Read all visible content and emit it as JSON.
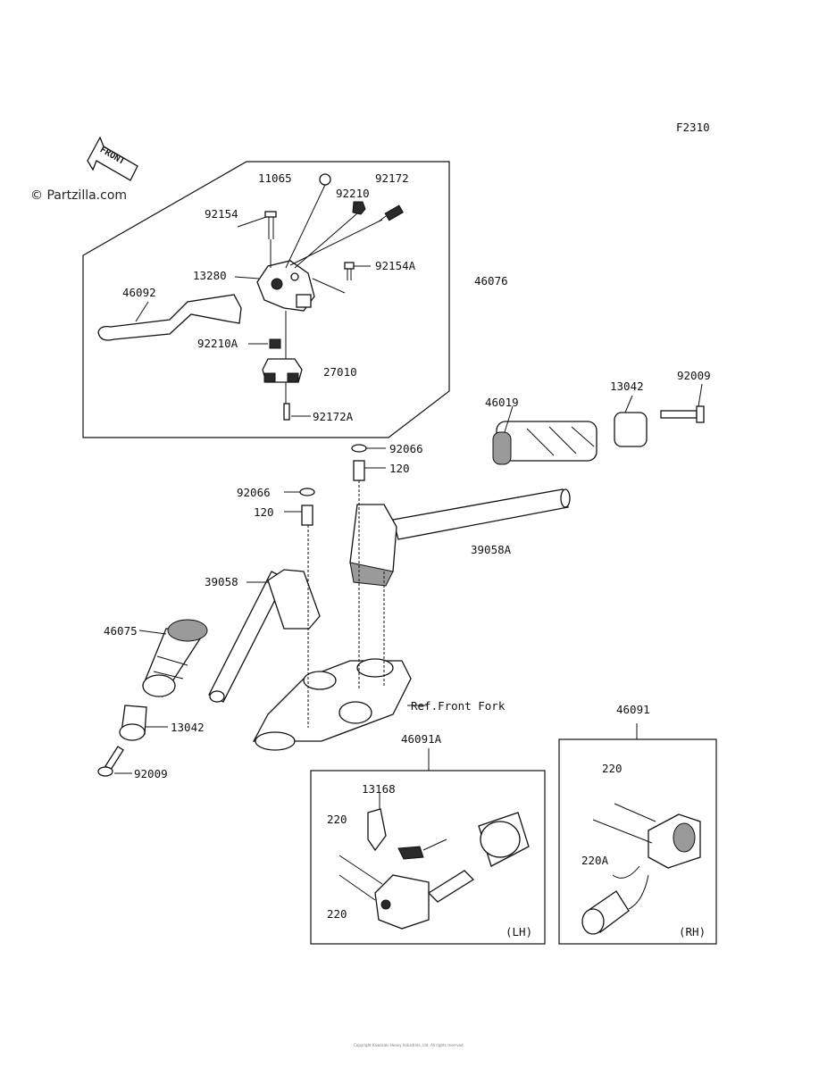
{
  "diagram_code": "F2310",
  "watermark": "© Partzilla.com",
  "front_arrow_label": "FRONT",
  "footer_text": "Copyright Kawasaki Heavy Industries, Ltd. All rights reserved.",
  "labels": {
    "l11065": "11065",
    "l92172": "92172",
    "l92210": "92210",
    "l92154": "92154",
    "l92154A": "92154A",
    "l13280": "13280",
    "l46076": "46076",
    "l46092": "46092",
    "l92210A": "92210A",
    "l27010": "27010",
    "l92172A": "92172A",
    "l46019": "46019",
    "l13042a": "13042",
    "l92009a": "92009",
    "l92066a": "92066",
    "l120a": "120",
    "l92066b": "92066",
    "l120b": "120",
    "l39058A": "39058A",
    "l39058": "39058",
    "l46075": "46075",
    "l13042b": "13042",
    "l92009b": "92009",
    "lRef": "Ref.Front Fork",
    "l46091A": "46091A",
    "l46091": "46091",
    "l13168": "13168",
    "l220a": "220",
    "l220b": "220",
    "l220c": "220",
    "l220A": "220A",
    "lLH": "(LH)",
    "lRH": "(RH)"
  }
}
